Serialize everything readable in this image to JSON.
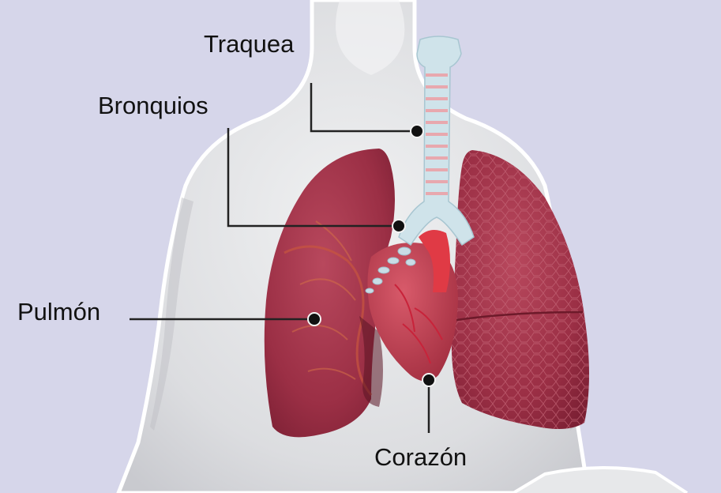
{
  "labels": {
    "trachea": "Traquea",
    "bronchi": "Bronquios",
    "lung": "Pulmón",
    "heart": "Corazón"
  },
  "colors": {
    "background": "#d6d6ea",
    "body": "#e4e5e7",
    "lung": "#9b2f45",
    "heart": "#d23a4a",
    "trachea": "#cfe3ea",
    "leader_line": "#222222"
  }
}
